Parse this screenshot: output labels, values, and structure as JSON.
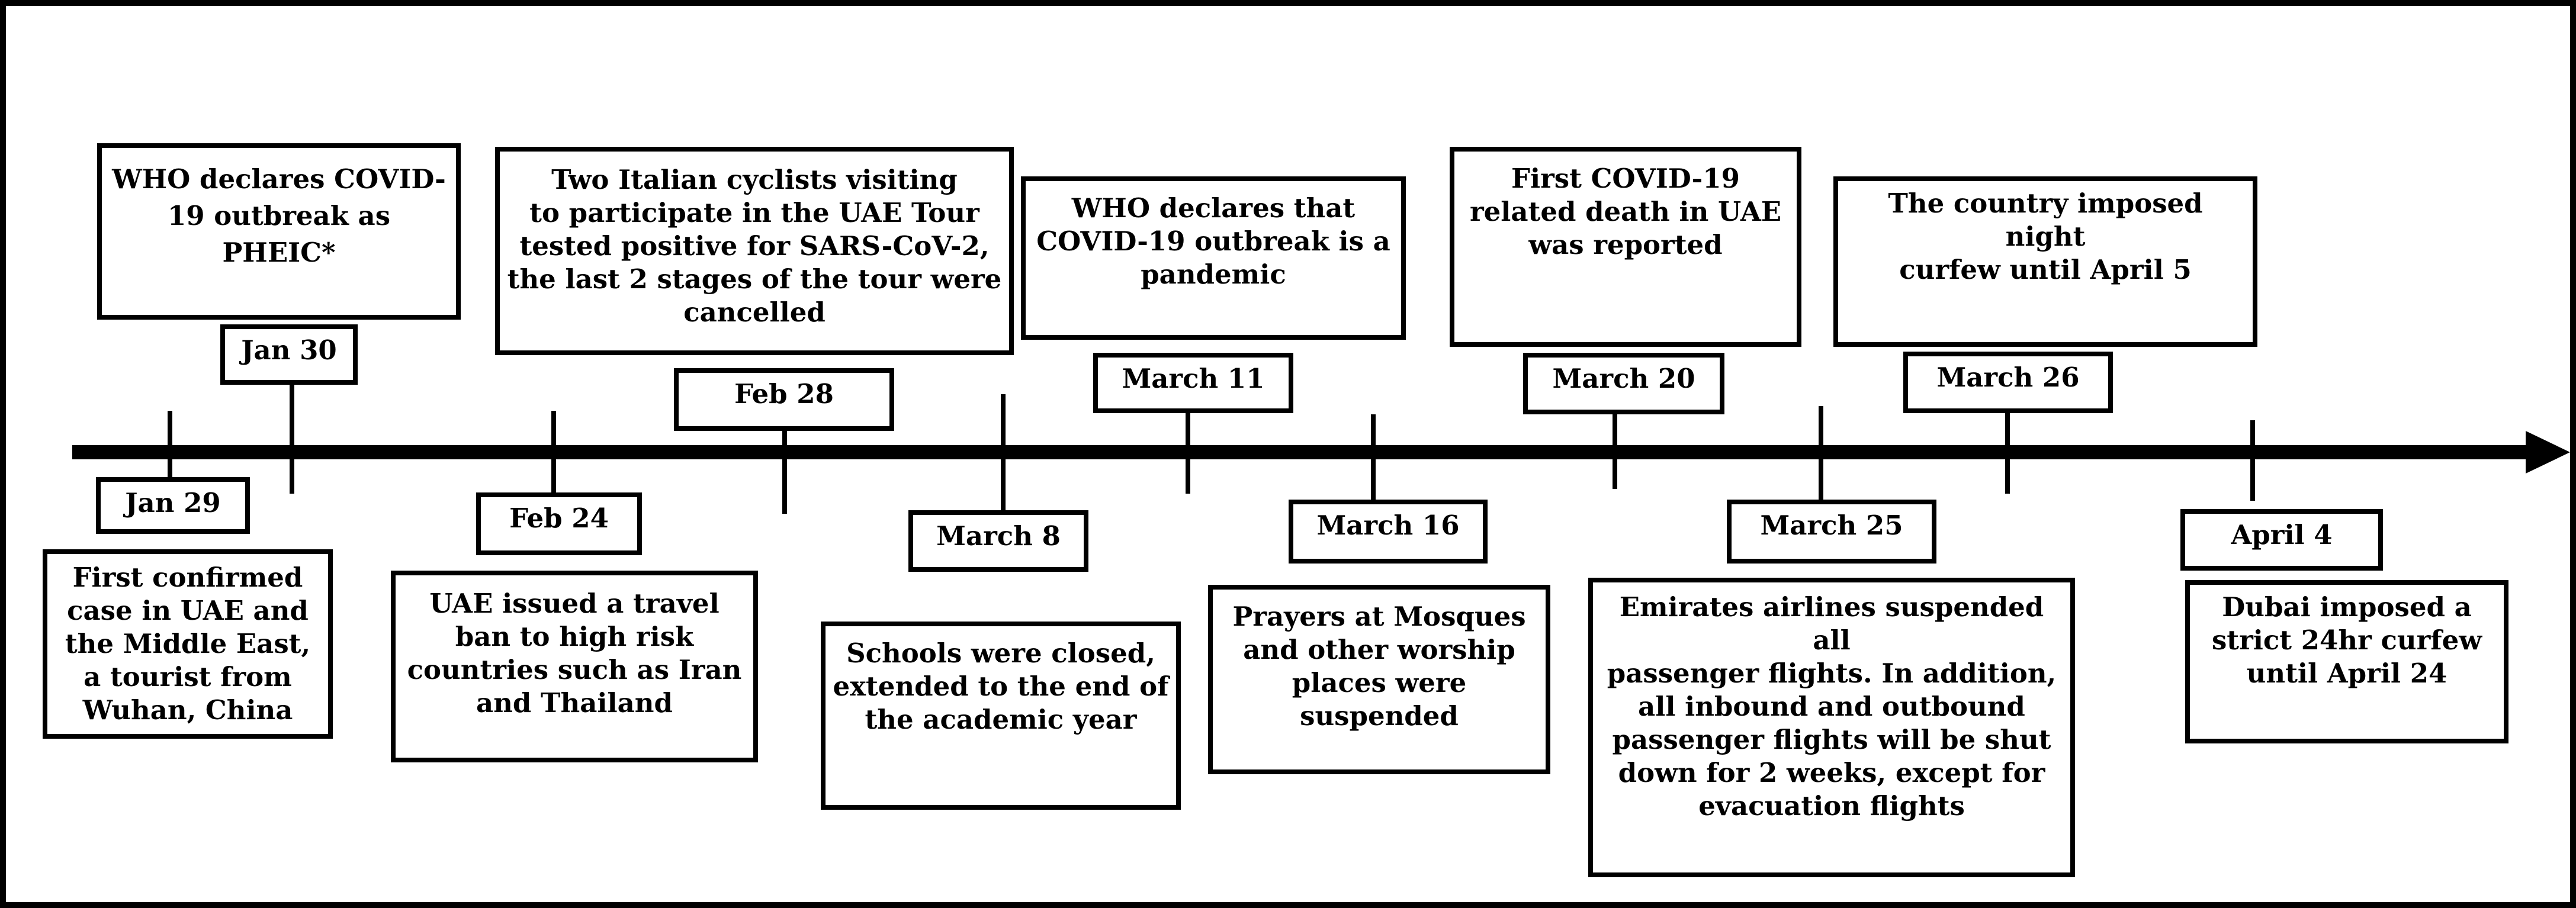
{
  "events": [
    {
      "date": "Jan 29",
      "description": [
        "First confirmed",
        "case in UAE and",
        "the Middle East,",
        "a tourist from",
        "Wuhan, China"
      ]
    },
    {
      "date": "Jan 30",
      "description": [
        "WHO declares COVID-",
        "19 outbreak as",
        "PHEIC*"
      ]
    },
    {
      "date": "Feb 24",
      "description": [
        "UAE issued a travel",
        "ban to high risk",
        "countries such as Iran",
        "and Thailand"
      ]
    },
    {
      "date": "Feb 28",
      "description": [
        "Two Italian cyclists visiting",
        "to participate in the UAE Tour",
        "tested positive for SARS-CoV-2,",
        "the last 2 stages of the tour were",
        "cancelled"
      ]
    },
    {
      "date": "March 8",
      "description": [
        "Schools were closed,",
        "extended to the end of",
        "the academic year"
      ]
    },
    {
      "date": "March 11",
      "description": [
        "WHO declares that",
        "COVID-19 outbreak is a",
        "pandemic"
      ]
    },
    {
      "date": "March 16",
      "description": [
        "Prayers at Mosques",
        "and other worship",
        "places were",
        "suspended"
      ]
    },
    {
      "date": "March 20",
      "description": [
        "First COVID-19",
        "related death in UAE",
        "was reported"
      ]
    },
    {
      "date": "March 25",
      "description": [
        "Emirates airlines suspended all",
        "passenger flights.  In addition,",
        "all inbound and outbound",
        "passenger flights will be shut",
        "down for 2 weeks, except for",
        "evacuation flights"
      ]
    },
    {
      "date": "March 26",
      "description": [
        "The country imposed night",
        "curfew until April 5"
      ]
    },
    {
      "date": "April 4",
      "description": [
        "Dubai imposed a",
        "strict 24hr curfew",
        "until April 24"
      ]
    }
  ]
}
